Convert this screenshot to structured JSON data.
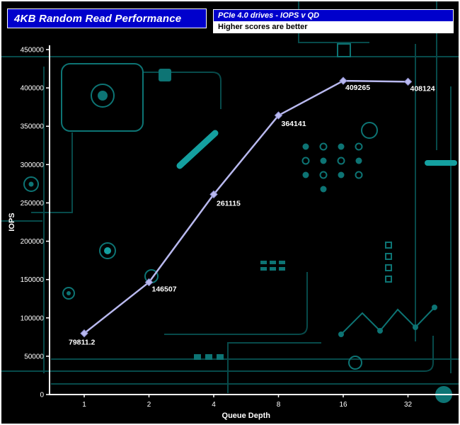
{
  "header": {
    "title": "4KB Random Read Performance",
    "subtitle_top": "PCIe 4.0 drives - IOPS v QD",
    "subtitle_bottom": "Higher scores are better"
  },
  "chart_data": {
    "type": "line",
    "title": "4KB Random Read Performance",
    "categories": [
      "1",
      "2",
      "4",
      "8",
      "16",
      "32"
    ],
    "values": [
      79811.2,
      146507,
      261115,
      364141,
      409265,
      408124
    ],
    "data_labels": [
      "79811.2",
      "146507",
      "261115",
      "364141",
      "409265",
      "408124"
    ],
    "xlabel": "Queue Depth",
    "ylabel": "IOPS",
    "ylim": [
      0,
      450000
    ],
    "ytick_step": 50000,
    "grid": false,
    "legend": "none",
    "marker": "diamond"
  },
  "colors": {
    "background": "#000000",
    "header_blue": "#0000cc",
    "circuit_teal": "#0d7474",
    "circuit_dim": "#074a4a",
    "circuit_bright": "#14a0a0",
    "axis": "#ffffff",
    "line": "#b9b9ef",
    "label_text": "#ffffff"
  }
}
